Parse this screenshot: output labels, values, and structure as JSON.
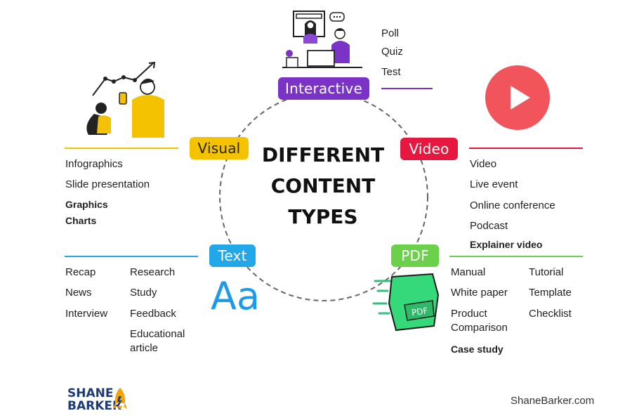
{
  "center": {
    "line1": "DIFFERENT",
    "line2": "CONTENT",
    "line3": "TYPES"
  },
  "categories": {
    "interactive": {
      "label": "Interactive",
      "color": "#7b32c7",
      "items": [
        "Poll",
        "Quiz",
        "Test"
      ]
    },
    "video": {
      "label": "Video",
      "color": "#e6183f",
      "items": [
        "Video",
        "Live event",
        "Online conference",
        "Podcast",
        "Explainer video"
      ]
    },
    "visual": {
      "label": "Visual",
      "color": "#f5c200",
      "items": [
        "Infographics",
        "Slide presentation",
        "Graphics",
        "Charts"
      ]
    },
    "text": {
      "label": "Text",
      "color": "#22a7e8",
      "icon_text": "Aa",
      "col1": [
        "Recap",
        "News",
        "Interview"
      ],
      "col2": [
        "Research",
        "Study",
        "Feedback",
        "Educational",
        "article"
      ]
    },
    "pdf": {
      "label": "PDF",
      "color": "#6cd14a",
      "badge": "PDF",
      "col1": [
        "Manual",
        "White paper",
        "Product",
        "Comparison",
        "Case study"
      ],
      "col2": [
        "Tutorial",
        "Template",
        "Checklist"
      ]
    }
  },
  "brand": {
    "line1": "SHANE",
    "line2": "BARKER",
    "website": "ShaneBarker.com"
  }
}
